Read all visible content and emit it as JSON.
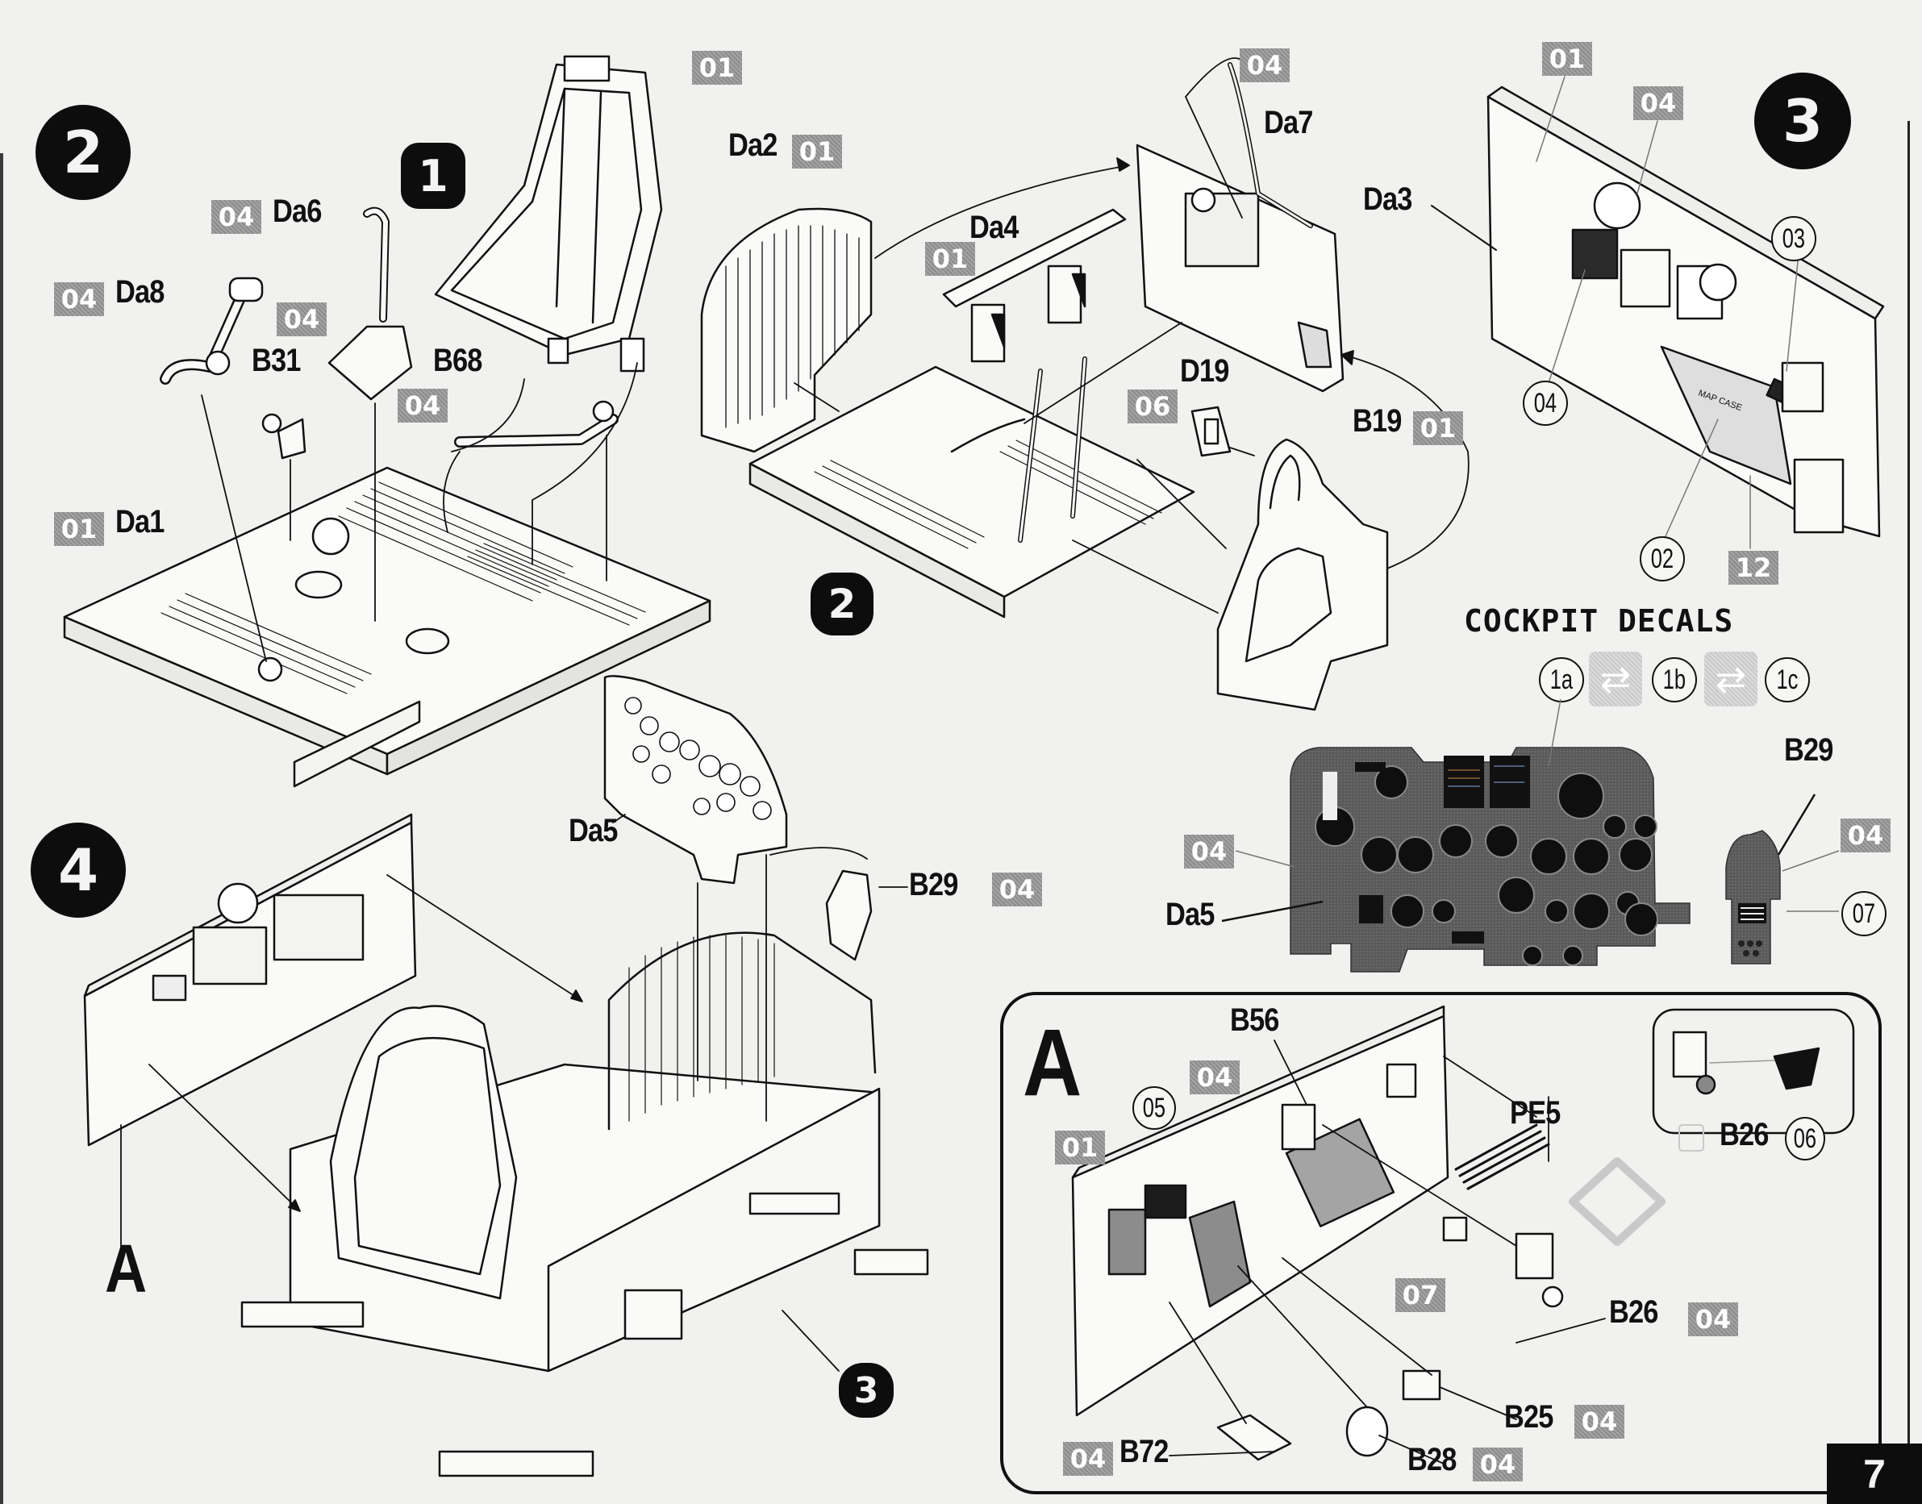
{
  "page": {
    "number": "7",
    "colors": {
      "ink": "#111111",
      "paper": "#f1f1ef",
      "paint_chip": "#9a9a9a",
      "decal_panel": "#5a5a5a",
      "flip_icon": "#d3d3d3"
    }
  },
  "steps": [
    {
      "number": "2",
      "shape": "circle"
    },
    {
      "number": "1",
      "shape": "rounded-square"
    },
    {
      "number": "3",
      "shape": "circle"
    },
    {
      "number": "4",
      "shape": "circle"
    }
  ],
  "step2": {
    "labels": {
      "seat_chip": "01",
      "da6": "Da6",
      "da6_chip": "04",
      "da8": "Da8",
      "da8_chip": "04",
      "b31": "B31",
      "b31_chip": "04",
      "b68": "B68",
      "b68_chip": "04",
      "da1": "Da1",
      "da1_chip": "01",
      "step1_ref": "1"
    }
  },
  "step2b": {
    "labels": {
      "da2": "Da2",
      "da2_chip": "01",
      "da4": "Da4",
      "da4_chip": "01",
      "da7": "Da7",
      "da7_chip": "04",
      "da3": "Da3",
      "d19": "D19",
      "d19_chip": "06",
      "b19": "B19",
      "b19_chip": "01",
      "step2_ref": "2"
    }
  },
  "step3": {
    "labels": {
      "panel_chip": "01",
      "device_chip": "04",
      "decal_03": "03",
      "decal_04": "04",
      "decal_02": "02",
      "mapcase_chip": "12",
      "map_case_text": "MAP CASE"
    }
  },
  "cockpit_decals": {
    "title": "COCKPIT DECALS",
    "sequence": [
      "1a",
      "1b",
      "1c"
    ],
    "flip_icon": "flip-arrows-icon",
    "panel_chip": "04",
    "panel_label": "Da5",
    "b29_label": "B29",
    "b29_chip": "04",
    "b29_decal": "07"
  },
  "step4": {
    "labels": {
      "da5": "Da5",
      "b29": "B29",
      "b29_chip": "04",
      "subassembly_a": "A",
      "step3_ref": "3"
    }
  },
  "detail_a": {
    "title": "A",
    "labels": {
      "b56": "B56",
      "b56_chip": "04",
      "decal_05": "05",
      "panel_chip": "01",
      "pe5": "PE5",
      "b26": "B26",
      "b26_chip": "04",
      "inset_b26": "B26",
      "inset_decal": "06",
      "b25": "B25",
      "b25_chip": "04",
      "b25_decal_chip": "07",
      "b72": "B72",
      "b72_chip": "04",
      "b28": "B28",
      "b28_chip": "04"
    }
  }
}
